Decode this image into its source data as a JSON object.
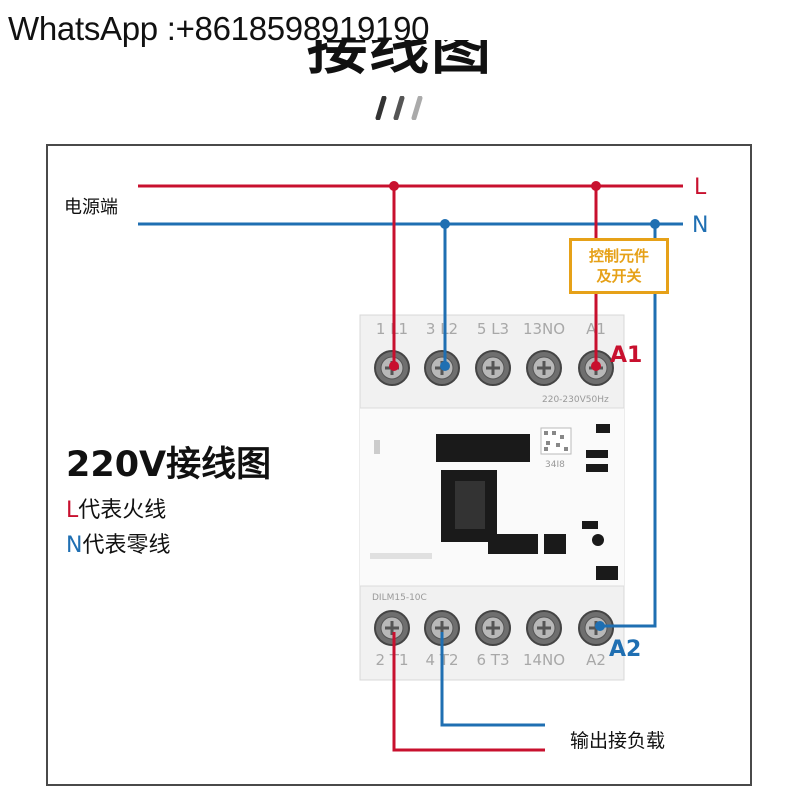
{
  "watermark": "WhatsApp :+8618598919190",
  "page_title": "接线图",
  "labels": {
    "power_source": "电源端",
    "line_l": "L",
    "line_n": "N",
    "control_line1": "控制元件",
    "control_line2": "及开关",
    "a1": "A1",
    "a2": "A2",
    "title": "220V接线图",
    "legend_l_key": "L",
    "legend_l_text": "代表火线",
    "legend_n_key": "N",
    "legend_n_text": "代表零线",
    "output": "输出接负载"
  },
  "contactor": {
    "top_terminals": [
      "1 L1",
      "3 L2",
      "5 L3",
      "13NO",
      "A1"
    ],
    "bottom_terminals": [
      "2 T1",
      "4 T2",
      "6 T3",
      "14NO",
      "A2"
    ],
    "rating": "220-230V50Hz",
    "model": "DILM15-10C"
  },
  "colors": {
    "live": "#c8102e",
    "neutral": "#1f6fb2",
    "control": "#e6a118"
  }
}
